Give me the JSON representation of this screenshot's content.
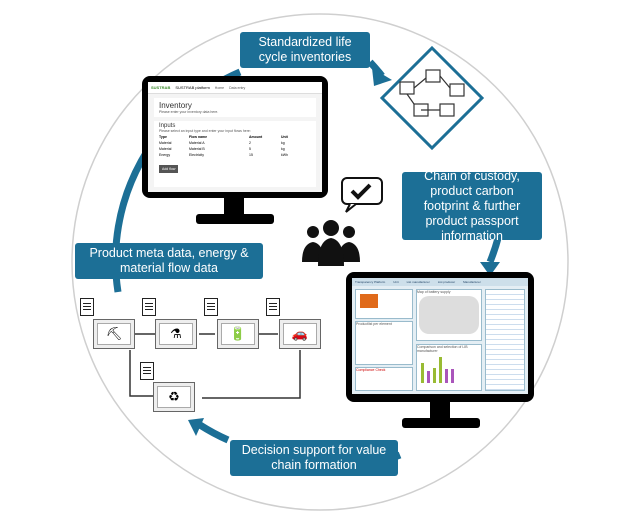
{
  "colors": {
    "accent": "#1c6f96",
    "ring": "#d0d0d0"
  },
  "labels": {
    "top": "Standardized life cycle inventories",
    "right": "Chain of custody, product carbon footprint & further product passport information",
    "left": "Product meta data, energy & material flow data",
    "bottom": "Decision support for value chain formation"
  },
  "inventory_screen": {
    "logo": "SUSTRAB",
    "app_title": "SUSTRAB platform",
    "nav": [
      "Home",
      "Data entry"
    ],
    "title": "Inventory",
    "subtitle": "Please enter your inventory data here.",
    "section": "Inputs",
    "section_hint": "Please select an input type and enter your input flows here:",
    "columns": [
      "Type",
      "Flow name",
      "Amount",
      "Unit"
    ],
    "rows": [
      [
        "Material",
        "Material A",
        "2",
        "kg"
      ],
      [
        "Material",
        "Material B",
        "5",
        "kg"
      ],
      [
        "Energy",
        "Electricity",
        "15",
        "kWh"
      ]
    ],
    "add_button": "Add flow"
  },
  "dashboard_screen": {
    "title": "Transparency Platform",
    "tabs": [
      "Unit",
      "List manufacturer",
      "List producer",
      "Manufacturer"
    ],
    "panels": [
      "Productlist per element",
      "Map of battery supply",
      "Comparison and selection of LIB manufacturer",
      "Compliance Check"
    ]
  }
}
